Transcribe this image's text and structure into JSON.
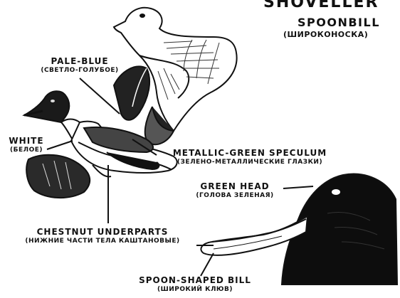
{
  "title": "SHOVELLER",
  "subtitle": "SPOONBILL",
  "subtitle_ru": "(ШИРОКОНОСКА)",
  "labels": {
    "pale_blue": {
      "en": "PALE-BLUE",
      "ru": "(СВЕТЛО-ГОЛУБОЕ)"
    },
    "white": {
      "en": "WHITE",
      "ru": "(БЕЛОЕ)"
    },
    "speculum": {
      "en": "METALLIC-GREEN SPECULUM",
      "ru": "(ЗЕЛЕНО-МЕТАЛЛИЧЕСКИЕ ГЛАЗКИ)"
    },
    "green_head": {
      "en": "GREEN HEAD",
      "ru": "(ГОЛОВА ЗЕЛЕНАЯ)"
    },
    "chestnut": {
      "en": "CHESTNUT UNDERPARTS",
      "ru": "(НИЖНИЕ ЧАСТИ ТЕЛА КАШТАНОВЫЕ)"
    },
    "bill": {
      "en": "SPOON-SHAPED BILL",
      "ru": "(ШИРОКИЙ КЛЮВ)"
    }
  },
  "icons": [
    "female-duck-illustration",
    "male-duck-illustration",
    "duck-head-illustration"
  ]
}
